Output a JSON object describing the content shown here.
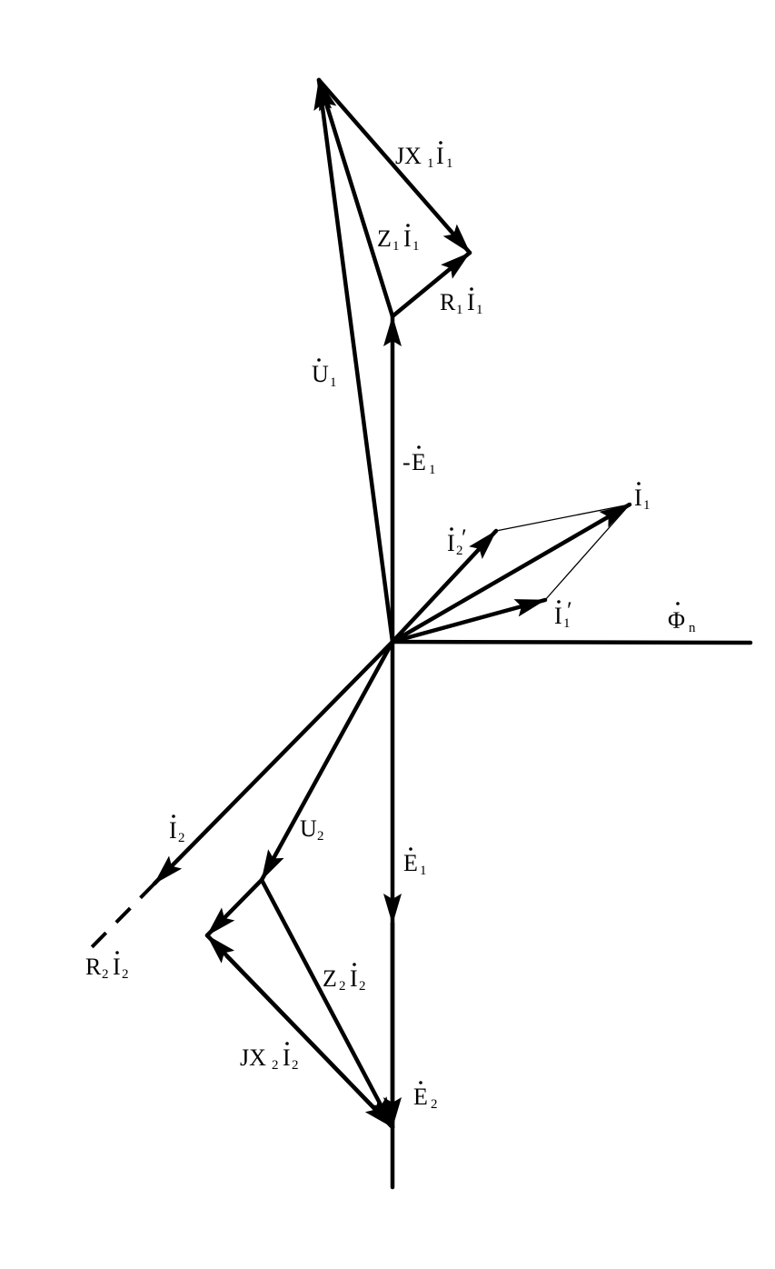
{
  "diagram": {
    "vectors": [
      {
        "id": "U1",
        "label": "U",
        "sub": "1",
        "dot": true,
        "prime": false,
        "prefix": ""
      },
      {
        "id": "jX1I1",
        "label": "JX",
        "sub": "1",
        "label2": "I",
        "sub2": "1",
        "dot2": true
      },
      {
        "id": "Z1I1",
        "label": "Z",
        "sub": "1",
        "label2": "I",
        "sub2": "1",
        "dot2": true
      },
      {
        "id": "R1I1",
        "label": "R",
        "sub": "1",
        "label2": "I",
        "sub2": "1",
        "dot2": true
      },
      {
        "id": "negE1",
        "label": "E",
        "sub": "1",
        "dot": true,
        "prefix": "-"
      },
      {
        "id": "I1",
        "label": "I",
        "sub": "1",
        "dot": true
      },
      {
        "id": "I2p",
        "label": "I",
        "sub": "2",
        "dot": true,
        "prime": true
      },
      {
        "id": "I1p",
        "label": "I",
        "sub": "1",
        "dot": true,
        "prime": true
      },
      {
        "id": "Phi",
        "label": "Φ",
        "sub": "n",
        "dot": true
      },
      {
        "id": "I2",
        "label": "I",
        "sub": "2",
        "dot": true
      },
      {
        "id": "U2",
        "label": "U",
        "sub": "2",
        "dot": false
      },
      {
        "id": "E1",
        "label": "E",
        "sub": "1",
        "dot": true
      },
      {
        "id": "R2I2",
        "label": "R",
        "sub": "2",
        "label2": "I",
        "sub2": "2",
        "dot2": true
      },
      {
        "id": "Z2I2",
        "label": "Z",
        "sub": "2",
        "label2": "I",
        "sub2": "2",
        "dot2": true
      },
      {
        "id": "jX2I2",
        "label": "JX",
        "sub": "2",
        "label2": "I",
        "sub2": "2",
        "dot2": true
      },
      {
        "id": "E2",
        "label": "E",
        "sub": "2",
        "dot": true
      }
    ],
    "text": {
      "U1": "U",
      "U1_sub": "1",
      "JX1": "JX",
      "JX1_sub": "1",
      "JX1_I": "I",
      "JX1_I_sub": "1",
      "Z1": "Z",
      "Z1_sub": "1",
      "Z1_I": "I",
      "Z1_I_sub": "1",
      "R1": "R",
      "R1_sub": "1",
      "R1_I": "I",
      "R1_I_sub": "1",
      "negE1_prefix": "-",
      "negE1": "E",
      "negE1_sub": "1",
      "I1": "I",
      "I1_sub": "1",
      "I2p": "I",
      "I2p_sub": "2",
      "I2p_prime": "′",
      "I1p": "I",
      "I1p_sub": "1",
      "I1p_prime": "′",
      "Phi": "Φ",
      "Phi_sub": "n",
      "I2": "I",
      "I2_sub": "2",
      "U2": "U",
      "U2_sub": "2",
      "E1": "E",
      "E1_sub": "1",
      "R2": "R",
      "R2_sub": "2",
      "R2_I": "I",
      "R2_I_sub": "2",
      "Z2": "Z",
      "Z2_sub": "2",
      "Z2_I": "I",
      "Z2_I_sub": "2",
      "JX2": "JX",
      "JX2_sub": "2",
      "JX2_I": "I",
      "JX2_I_sub": "2",
      "E2": "E",
      "E2_sub": "2"
    }
  }
}
